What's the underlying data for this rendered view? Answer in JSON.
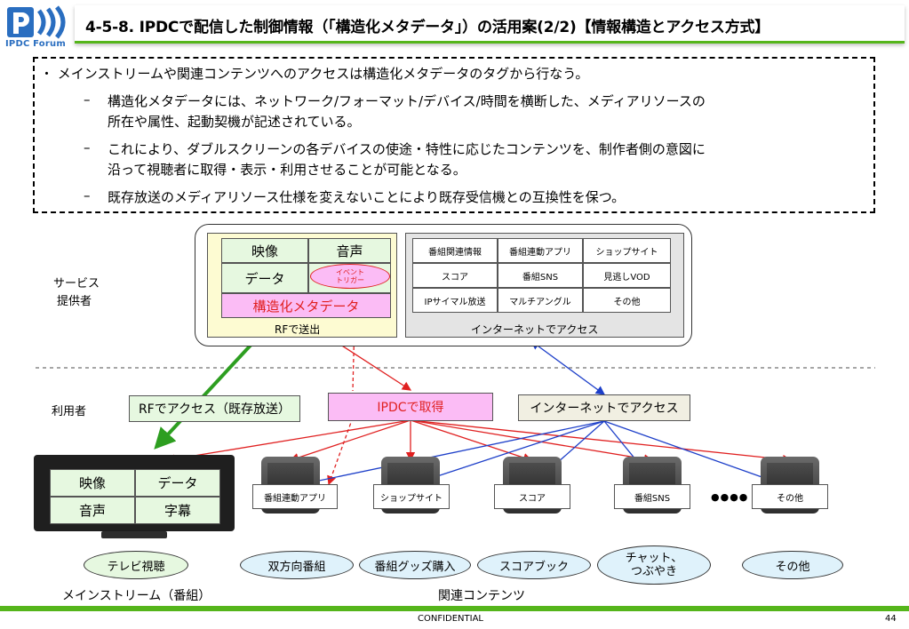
{
  "header": {
    "title": "4-5-8. IPDCで配信した制御情報（「構造化メタデータ」）の活用案(2/2)【情報構造とアクセス方式】",
    "logo_text": "IPDC Forum"
  },
  "bullets": {
    "main": "・  メインストリームや関連コンテンツへのアクセスは構造化メタデータのタグから行なう。",
    "dash": "–",
    "s1a": "構造化メタデータには、ネットワーク/フォーマット/デバイス/時間を横断した、メディアリソースの",
    "s1b": "所在や属性、起動契機が記述されている。",
    "s2a": "これにより、ダブルスクリーンの各デバイスの使途・特性に応じたコンテンツを、制作者側の意図に",
    "s2b": "沿って視聴者に取得・表示・利用させることが可能となる。",
    "s3": "既存放送のメディアリソース仕様を変えないことにより既存受信機との互換性を保つ。"
  },
  "provider": {
    "label1": "サービス",
    "label2": "提供者",
    "rf": {
      "video": "映像",
      "audio": "音声",
      "data": "データ",
      "event1": "イベント",
      "event2": "トリガー",
      "meta": "構造化メタデータ",
      "caption": "RFで送出"
    },
    "net": {
      "cells": [
        "番組関連情報",
        "番組連動アプリ",
        "ショップサイト",
        "スコア",
        "番組SNS",
        "見逃しVOD",
        "IPサイマル放送",
        "マルチアングル",
        "その他"
      ],
      "caption": "インターネットでアクセス"
    }
  },
  "user": {
    "label": "利用者",
    "rf_access": "RFでアクセス（既存放送）",
    "ipdc": "IPDCで取得",
    "net_access": "インターネットでアクセス"
  },
  "tv": {
    "cells": [
      "映像",
      "データ",
      "音声",
      "字幕"
    ],
    "oval": "テレビ視聴",
    "caption": "メインストリーム（番組）"
  },
  "devices": {
    "screens": [
      "番組連動アプリ",
      "ショップサイト",
      "スコア",
      "番組SNS",
      "その他"
    ],
    "dots": "●●●●",
    "ovals": [
      "双方向番組",
      "番組グッズ購入",
      "スコアブック",
      "チャット、",
      "つぶやき",
      "その他"
    ],
    "caption": "関連コンテンツ"
  },
  "footer": {
    "confidential": "CONFIDENTIAL",
    "page": "44"
  },
  "colors": {
    "accent_green": "#55b51b",
    "meta_pink": "#fbbcf5",
    "net_gray": "#e4e4e4",
    "rf_yellow": "#fdfbd2",
    "arrow_red": "#e02020",
    "arrow_blue": "#1d3fc9",
    "arrow_green": "#2d9e20"
  }
}
